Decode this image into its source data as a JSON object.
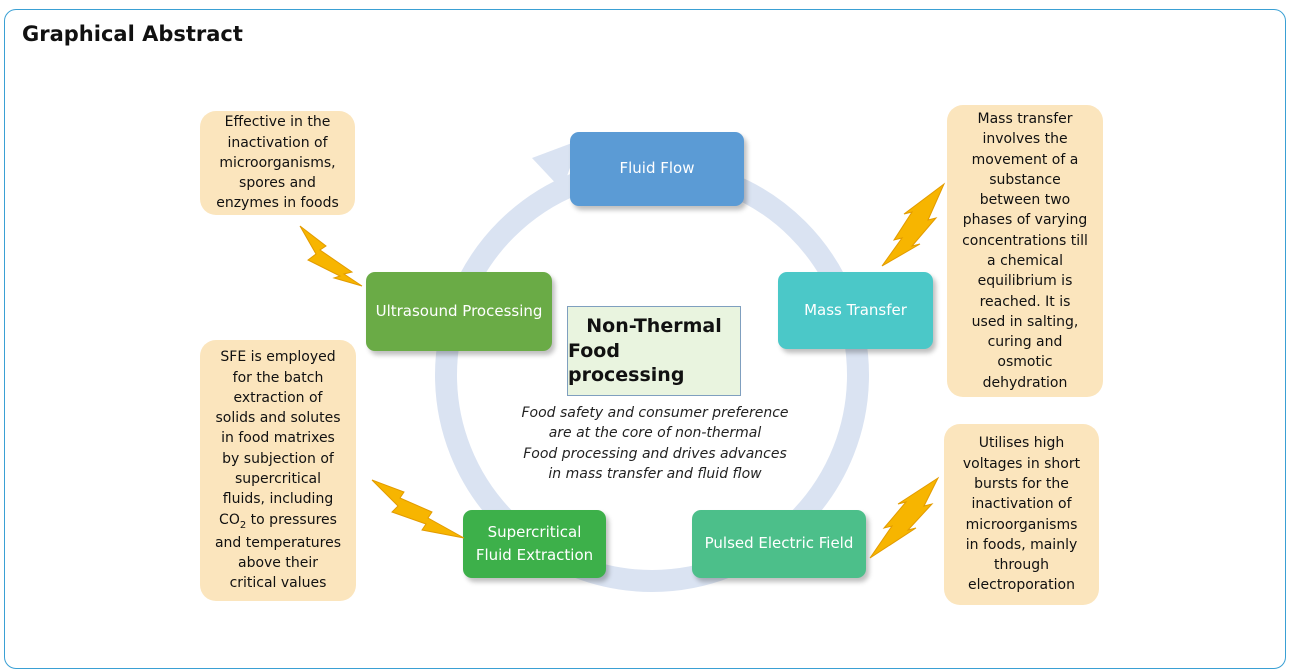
{
  "header": {
    "title": "Graphical Abstract"
  },
  "center": {
    "title_line1": "Non-Thermal",
    "title_line2": "Food processing",
    "caption_lines": [
      "Food safety and consumer preference",
      "are at the core of non-thermal",
      "Food processing and drives advances",
      "in mass transfer and fluid flow"
    ]
  },
  "processes": {
    "fluid_flow": "Fluid Flow",
    "mass_transfer": "Mass Transfer",
    "pulsed_electric_field": "Pulsed Electric Field",
    "sfe_line1": "Supercritical",
    "sfe_line2": "Fluid Extraction",
    "ultrasound": "Ultrasound Processing"
  },
  "notes": {
    "ultrasound": [
      "Effective in the",
      "inactivation of",
      "microorganisms,",
      "spores and",
      "enzymes in foods"
    ],
    "mass_transfer": [
      "Mass transfer",
      "involves the",
      "movement of a",
      "substance",
      "between two",
      "phases of varying",
      "concentrations till",
      "a chemical",
      "equilibrium is",
      "reached. It is",
      "used in salting,",
      "curing and",
      "osmotic",
      "dehydration"
    ],
    "sfe": [
      "SFE is employed",
      "for the batch",
      "extraction of",
      "solids and solutes",
      "in food matrixes",
      "by subjection of",
      "supercritical",
      "fluids, including",
      "to pressures",
      "and temperatures",
      "above their",
      "critical values"
    ],
    "sfe_co2_base": "CO",
    "sfe_co2_sub": "2",
    "pef": [
      "Utilises high",
      "voltages in short",
      "bursts for the",
      "inactivation of",
      "microorganisms",
      "in foods, mainly",
      "through",
      "electroporation"
    ]
  },
  "colors": {
    "fluid_flow": "#5b9bd5",
    "mass_transfer": "#4bc8c8",
    "pulsed_electric_field": "#4cbf8a",
    "sfe": "#3db04a",
    "ultrasound": "#6aab46",
    "note_bg": "#fbe5bd",
    "ring": "#dae3f2",
    "bolt": "#f7b500",
    "frame": "#3aa0d4"
  },
  "icons": [
    "lightning-bolt-icon",
    "cycle-arrow-icon"
  ]
}
